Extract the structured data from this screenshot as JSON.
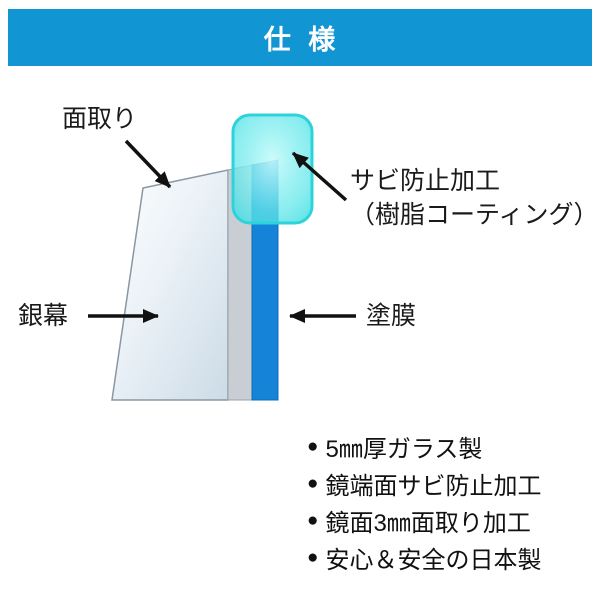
{
  "header": {
    "title": "仕 様",
    "background_color": "#1295d3",
    "text_color": "#ffffff"
  },
  "diagram": {
    "labels": {
      "chamfer": "面取り",
      "rust_prevention_line1": "サビ防止加工",
      "rust_prevention_line2": "（樹脂コーティング）",
      "silver_layer": "銀幕",
      "paint_layer": "塗膜"
    },
    "colors": {
      "glass_light": "#ffffff",
      "glass_dark": "#ccdbe6",
      "silver_strip": "#c9ced4",
      "paint_strip": "#1584d8",
      "resin_fill": "#63e7ea",
      "resin_border": "#2ed3da",
      "arrow": "#111111"
    }
  },
  "features": {
    "marker": "●",
    "items": [
      "5㎜厚ガラス製",
      "鏡端面サビ防止加工",
      "鏡面3㎜面取り加工",
      "安心＆安全の日本製"
    ]
  }
}
